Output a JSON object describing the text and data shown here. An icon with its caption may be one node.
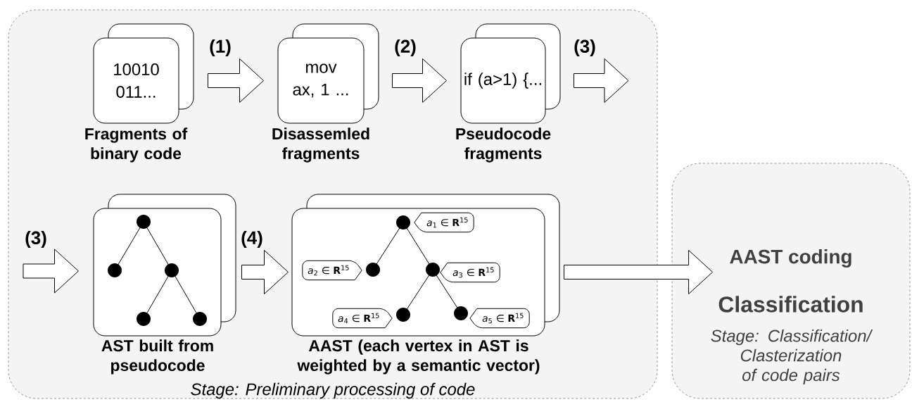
{
  "diagram": {
    "nodes": [
      {
        "text": [
          "Stage: Preliminary processing of code"
        ]
      },
      {
        "text": [
          "10010 011..."
        ],
        "beside": [
          "Fragments of binary code"
        ],
        "in": 0
      },
      {
        "text": [
          "mov ax, 1 ..."
        ],
        "beside": [
          "Disassemled fragments"
        ],
        "in": 0
      },
      {
        "text": [
          "if (a>1) {..."
        ],
        "beside": [
          "Pseudocode fragments"
        ],
        "in": 0
      },
      {
        "text": [],
        "shape": "box",
        "beside": [
          "AST built from pseudocode"
        ],
        "in": 0
      },
      {
        "text": [],
        "shape": "box",
        "beside": [
          "AAST (each vertex in AST is weighted by a semantic vector)"
        ],
        "in": 0
      },
      {
        "text": [
          "*a*$_{1}$ ∈ **R**$^{15}$"
        ],
        "in": 5
      },
      {
        "text": [
          "*a*$_{2}$ ∈ **R**$^{15}$"
        ],
        "in": 5
      },
      {
        "text": [
          "*a*$_{3}$ ∈ **R**$^{15}$"
        ],
        "in": 5
      },
      {
        "text": [
          "*a*$_{4}$ ∈ **R**$^{15}$"
        ],
        "in": 5
      },
      {
        "text": [
          "*a*$_{5}$ ∈ **R**$^{15}$"
        ],
        "in": 5
      },
      {
        "text": [
          "AAST coding",
          "Classification",
          "Stage: Classification/ Clasterization of code pairs"
        ]
      }
    ],
    "edges": [
      {
        "from": 1,
        "to": 2,
        "arrow": "to",
        "label": "(1)"
      },
      {
        "from": 2,
        "to": 3,
        "arrow": "to",
        "label": "(2)"
      },
      {
        "from": 3,
        "to": null,
        "arrow": "to",
        "label": "(3)"
      },
      {
        "from": null,
        "to": 4,
        "arrow": "to",
        "label": "(3)"
      },
      {
        "from": 4,
        "to": 5,
        "arrow": "to",
        "label": "(4)"
      },
      {
        "from": 5,
        "to": 11,
        "arrow": "to"
      }
    ]
  }
}
